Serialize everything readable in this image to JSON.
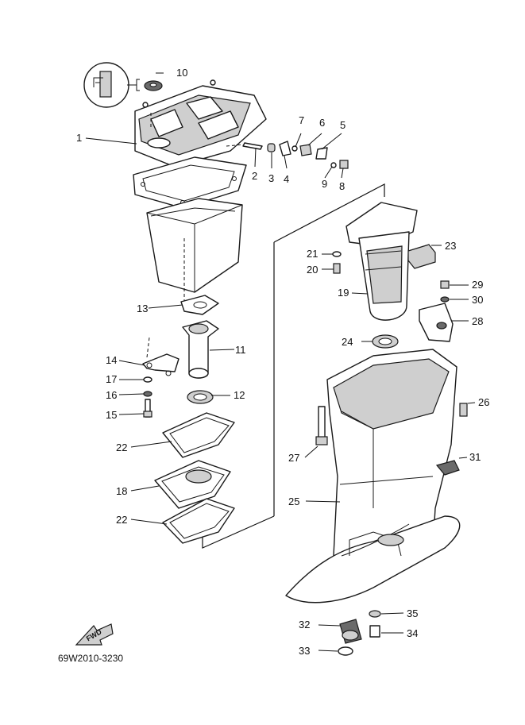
{
  "diagram": {
    "code": "69W2010-3230",
    "fwd_label": "FWD",
    "callouts": [
      "1",
      "2",
      "3",
      "4",
      "5",
      "6",
      "7",
      "8",
      "9",
      "10",
      "11",
      "12",
      "13",
      "14",
      "15",
      "16",
      "17",
      "18",
      "19",
      "20",
      "21",
      "22",
      "22",
      "23",
      "24",
      "25",
      "26",
      "27",
      "28",
      "29",
      "30",
      "31",
      "32",
      "33",
      "34",
      "35"
    ]
  }
}
